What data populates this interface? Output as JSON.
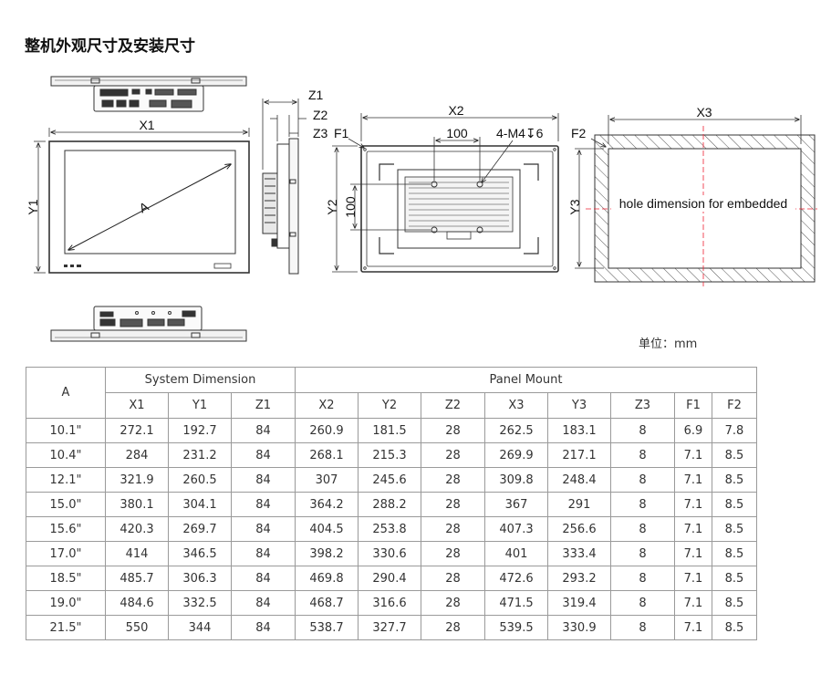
{
  "title": "整机外观尺寸及安装尺寸",
  "labels": {
    "A": "A",
    "X1": "X1",
    "Y1": "Y1",
    "Z1": "Z1",
    "Z2": "Z2",
    "Z3": "Z3",
    "X2": "X2",
    "Y2": "Y2",
    "F1": "F1",
    "hole_x": "100",
    "hole_y": "100",
    "screw": "4-M4",
    "X3": "X3",
    "Y3": "Y3",
    "F2": "F2",
    "embed_note": "hole dimension for embedded"
  },
  "unit_label": "单位：mm",
  "table": {
    "col_a": "A",
    "group_system": "System Dimension",
    "group_panel": "Panel Mount",
    "headers": [
      "X1",
      "Y1",
      "Z1",
      "X2",
      "Y2",
      "Z2",
      "X3",
      "Y3",
      "Z3",
      "F1",
      "F2"
    ],
    "rows": [
      [
        "10.1\"",
        "272.1",
        "192.7",
        "84",
        "260.9",
        "181.5",
        "28",
        "262.5",
        "183.1",
        "8",
        "6.9",
        "7.8"
      ],
      [
        "10.4\"",
        "284",
        "231.2",
        "84",
        "268.1",
        "215.3",
        "28",
        "269.9",
        "217.1",
        "8",
        "7.1",
        "8.5"
      ],
      [
        "12.1\"",
        "321.9",
        "260.5",
        "84",
        "307",
        "245.6",
        "28",
        "309.8",
        "248.4",
        "8",
        "7.1",
        "8.5"
      ],
      [
        "15.0\"",
        "380.1",
        "304.1",
        "84",
        "364.2",
        "288.2",
        "28",
        "367",
        "291",
        "8",
        "7.1",
        "8.5"
      ],
      [
        "15.6\"",
        "420.3",
        "269.7",
        "84",
        "404.5",
        "253.8",
        "28",
        "407.3",
        "256.6",
        "8",
        "7.1",
        "8.5"
      ],
      [
        "17.0\"",
        "414",
        "346.5",
        "84",
        "398.2",
        "330.6",
        "28",
        "401",
        "333.4",
        "8",
        "7.1",
        "8.5"
      ],
      [
        "18.5\"",
        "485.7",
        "306.3",
        "84",
        "469.8",
        "290.4",
        "28",
        "472.6",
        "293.2",
        "8",
        "7.1",
        "8.5"
      ],
      [
        "19.0\"",
        "484.6",
        "332.5",
        "84",
        "468.7",
        "316.6",
        "28",
        "471.5",
        "319.4",
        "8",
        "7.1",
        "8.5"
      ],
      [
        "21.5\"",
        "550",
        "344",
        "84",
        "538.7",
        "327.7",
        "28",
        "539.5",
        "330.9",
        "8",
        "7.1",
        "8.5"
      ]
    ]
  }
}
